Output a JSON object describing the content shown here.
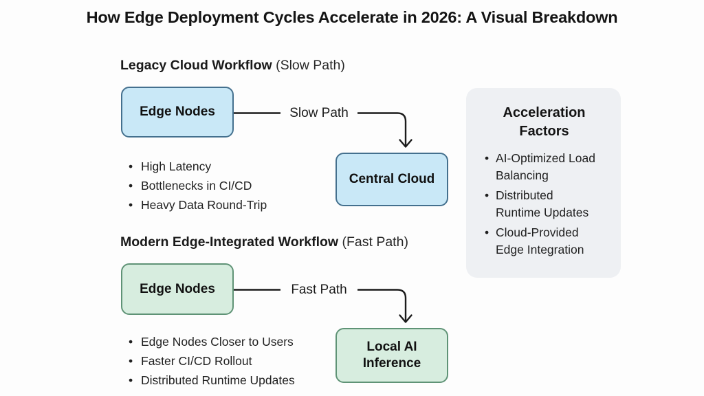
{
  "title": "How Edge Deployment Cycles Accelerate in 2026: A Visual Breakdown",
  "colors": {
    "page_bg": "#fdfdfd",
    "blue_fill": "#c9e8f7",
    "blue_border": "#44708e",
    "green_fill": "#d7eddf",
    "green_border": "#5f9376",
    "panel_bg": "#eef0f3",
    "line": "#1b1b1b"
  },
  "legacy": {
    "heading": "Legacy Cloud Workflow",
    "heading_note": "(Slow Path)",
    "source_node": "Edge Nodes",
    "path_label": "Slow Path",
    "target_node": "Central Cloud",
    "bullets": [
      "High Latency",
      "Bottlenecks in CI/CD",
      "Heavy Data Round-Trip"
    ]
  },
  "modern": {
    "heading": "Modern Edge-Integrated Workflow",
    "heading_note": "(Fast Path)",
    "source_node": "Edge Nodes",
    "path_label": "Fast Path",
    "target_node": "Local AI Inference",
    "bullets": [
      "Edge Nodes Closer to Users",
      "Faster CI/CD Rollout",
      "Distributed Runtime Updates"
    ]
  },
  "acceleration_panel": {
    "title": "Acceleration Factors",
    "bullets": [
      "AI-Optimized Load Balancing",
      "Distributed Runtime Updates",
      "Cloud-Provided Edge Integration"
    ]
  }
}
